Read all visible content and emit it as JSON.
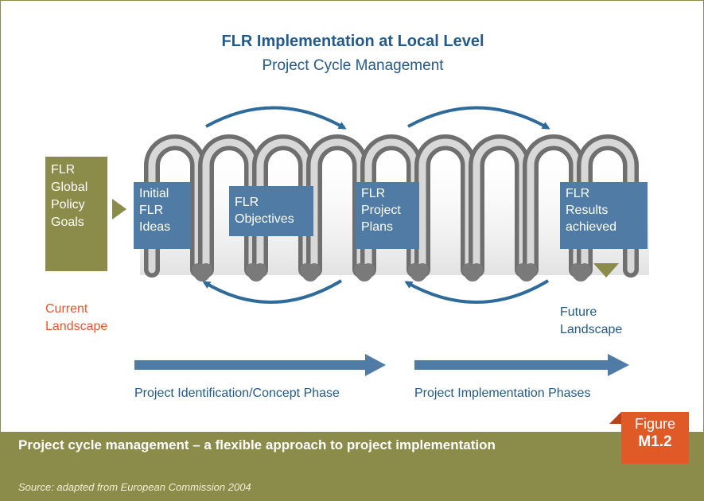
{
  "title": "FLR Implementation at Local Level",
  "subtitle": "Project Cycle Management",
  "stages": [
    "Initial\nFLR\nIdeas",
    "FLR\nObjectives",
    "FLR\nProject\nPlans",
    "FLR\nResults\nachieved"
  ],
  "global_goals": "FLR\nGlobal\nPolicy\nGoals",
  "current_landscape": "Current\nLandscape",
  "future_landscape": "Future\nLandscape",
  "phases": [
    "Project Identification/Concept Phase",
    "Project Implementation Phases"
  ],
  "caption": "Project cycle management – a flexible approach to project implementation",
  "source": "Source: adapted from European Commission 2004",
  "figure_word": "Figure",
  "figure_number": "M1.2",
  "colors": {
    "blue_box": "#4f7ba5",
    "olive": "#8b8b4a",
    "arrow": "#2e6a9a",
    "orange": "#e05a28",
    "title": "#245a8a"
  }
}
